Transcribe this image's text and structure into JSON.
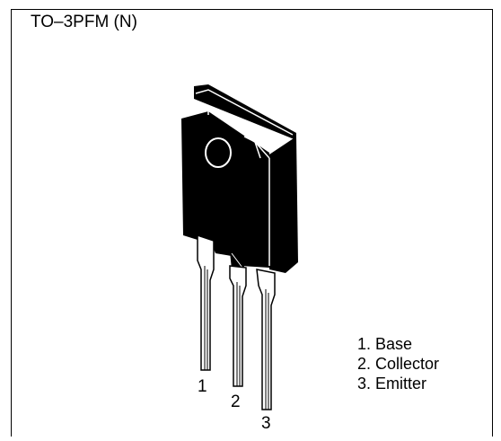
{
  "package_label": "TO–3PFM (N)",
  "pins": [
    {
      "number": "1",
      "name": "1. Base"
    },
    {
      "number": "2",
      "name": "2. Collector"
    },
    {
      "number": "3",
      "name": "3. Emitter"
    }
  ]
}
